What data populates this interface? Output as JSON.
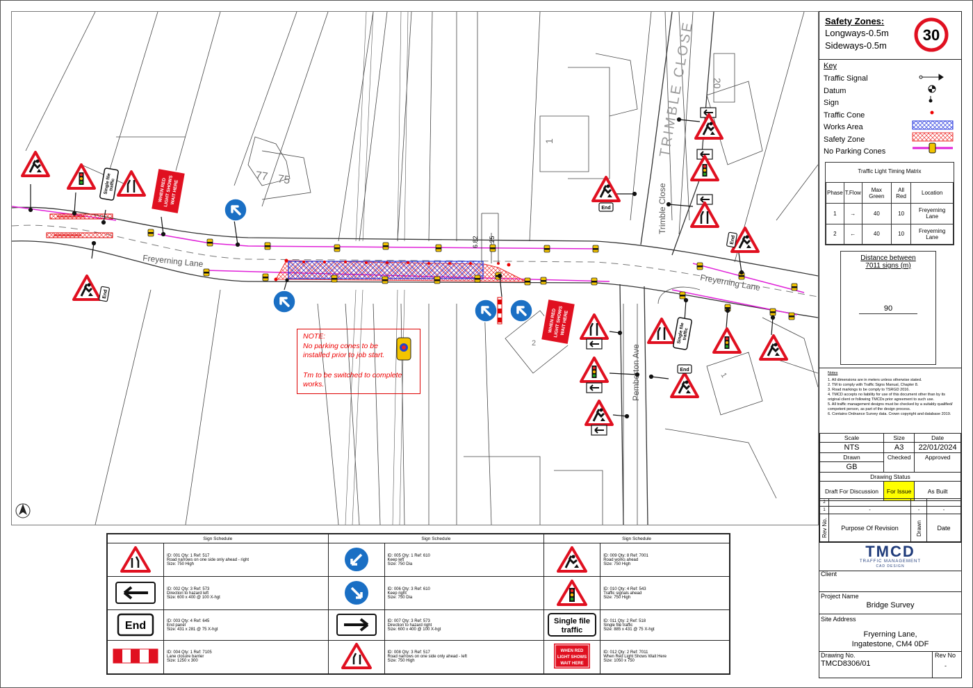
{
  "map": {
    "road_labels": [
      "Freyerning Lane",
      "Freyerning Lane",
      "Trimble Close",
      "Pemberton Ave",
      "TRIMBLE CLOSE"
    ],
    "house_numbers": [
      "77",
      "75",
      "1",
      "20",
      "2",
      "1"
    ],
    "dimensions": [
      "6.82",
      "3.25"
    ],
    "wait_sign_text": "WHEN RED LIGHT SHOWS WAIT HERE",
    "single_file_text": "Single file traffic",
    "end_text": "End"
  },
  "note": {
    "title": "NOTE:",
    "line1": "No parking cones to be installed prior to job start.",
    "line2": "Tm to be switched to complete works."
  },
  "schedule": {
    "header": "Sign Schedule",
    "items": [
      {
        "id": "ID: 001   Qty: 1   Ref: 517",
        "desc": "Road narrows on one side only ahead - right",
        "size": "Size: 750 High",
        "icon": "road-narrows-right-icon"
      },
      {
        "id": "ID: 002   Qty: 3   Ref: 573",
        "desc": "Direction to hazard left",
        "size": "Size: 600 x 400 @ 100 X-hgt",
        "icon": "arrow-left-icon"
      },
      {
        "id": "ID: 003   Qty: 4   Ref: 645",
        "desc": "End panel",
        "size": "Size: 431 x 281 @ 75 X-hgt",
        "icon": "end-panel-icon"
      },
      {
        "id": "ID: 004   Qty: 1   Ref: 7105",
        "desc": "Lane closure barrier",
        "size": "Size: 1250 x 300",
        "icon": "barrier-icon"
      },
      {
        "id": "ID: 005   Qty: 1   Ref: 610",
        "desc": "Keep left",
        "size": "Size: 750 Dia",
        "icon": "keep-left-icon"
      },
      {
        "id": "ID: 006   Qty: 3   Ref: 610",
        "desc": "Keep right",
        "size": "Size: 750 Dia",
        "icon": "keep-right-icon"
      },
      {
        "id": "ID: 007   Qty: 3   Ref: 573",
        "desc": "Direction to hazard right",
        "size": "Size: 600 x 400 @ 100 X-hgt",
        "icon": "arrow-right-icon"
      },
      {
        "id": "ID: 008   Qty: 3   Ref: 517",
        "desc": "Road narrows on one side only ahead - left",
        "size": "Size: 750 High",
        "icon": "road-narrows-left-icon"
      },
      {
        "id": "ID: 009   Qty: 8   Ref: 7001",
        "desc": "Road works ahead",
        "size": "Size: 750 High",
        "icon": "road-works-icon"
      },
      {
        "id": "ID: 010   Qty: 4   Ref: 543",
        "desc": "Traffic signals ahead",
        "size": "Size: 750 High",
        "icon": "traffic-signals-icon"
      },
      {
        "id": "ID: 011   Qty: 2   Ref: 518",
        "desc": "Single file traffic",
        "size": "Size: 885 x 431 @ 75 X-hgt",
        "icon": "single-file-icon"
      },
      {
        "id": "ID: 012   Qty: 2   Ref: 7011",
        "desc": "When Red Light Shows Wait Here",
        "size": "Size: 1050 x 750",
        "icon": "wait-here-icon"
      }
    ]
  },
  "panel": {
    "safety_title": "Safety Zones:",
    "longways": "Longways-0.5m",
    "sideways": "Sideways-0.5m",
    "speed": "30",
    "key_title": "Key",
    "key_items": [
      "Traffic Signal",
      "Datum",
      "Sign",
      "Traffic Cone",
      "Works Area",
      "Safety Zone",
      "No Parking Cones"
    ],
    "matrix": {
      "title": "Traffic Light Timing Matrix",
      "headers": [
        "Phase",
        "T.Flow",
        "Max Green",
        "All Red",
        "Location"
      ],
      "rows": [
        {
          "phase": "1",
          "flow": "→",
          "green": "40",
          "red": "10",
          "loc": "Freyerning Lane"
        },
        {
          "phase": "2",
          "flow": "←",
          "green": "40",
          "red": "10",
          "loc": "Freyerning Lane"
        }
      ]
    },
    "distance_title": "Distance between",
    "distance_sub": "7011 signs (m)",
    "distance_value": "90",
    "notes_title": "Notes",
    "notes": [
      "1. All dimensions are in meters unless otherwise stated.",
      "2. TM to comply with Traffic Signs Manual, Chapter 8.",
      "3. Road markings to be comply to TSRGD 2016.",
      "4. TMCD accepts no liability for use of this document other than by its original client or following TMCDs prior agreement to such use.",
      "5. All traffic management designs must be checked by a suitably qualified/ competent person, as part of the design process.",
      "6. Contains Ordnance Survey data. Crown copyright and database 2019."
    ],
    "scale_label": "Scale",
    "scale": "NTS",
    "size_label": "Size",
    "size": "A3",
    "date_label": "Date",
    "date": "22/01/2024",
    "drawn_label": "Drawn",
    "drawn": "GB",
    "checked_label": "Checked",
    "approved_label": "Approved",
    "status_title": "Drawing Status",
    "status_draft": "Draft For Discussion",
    "status_issue": "For Issue",
    "status_built": "As Built",
    "rev_rows": [
      [
        "2",
        "",
        "",
        ""
      ],
      [
        "1",
        "-",
        "-",
        "-"
      ]
    ],
    "rev_no": "Rev No.",
    "purpose": "Purpose Of Revision",
    "rev_drawn": "Drawn",
    "rev_date": "Date",
    "logo_main": "TMCD",
    "logo_sub1": "TRAFFIC MANAGEMENT",
    "logo_sub2": "CAD DESIGN",
    "client_label": "Client",
    "project_label": "Project Name",
    "project": "Bridge Survey",
    "site_label": "Site Address",
    "site1": "Fryerning Lane,",
    "site2": "Ingatestone, CM4 0DF",
    "drawing_no_label": "Drawing No.",
    "drawing_no": "TMCD8306/01",
    "rev_label": "Rev No",
    "rev_value": "-"
  }
}
